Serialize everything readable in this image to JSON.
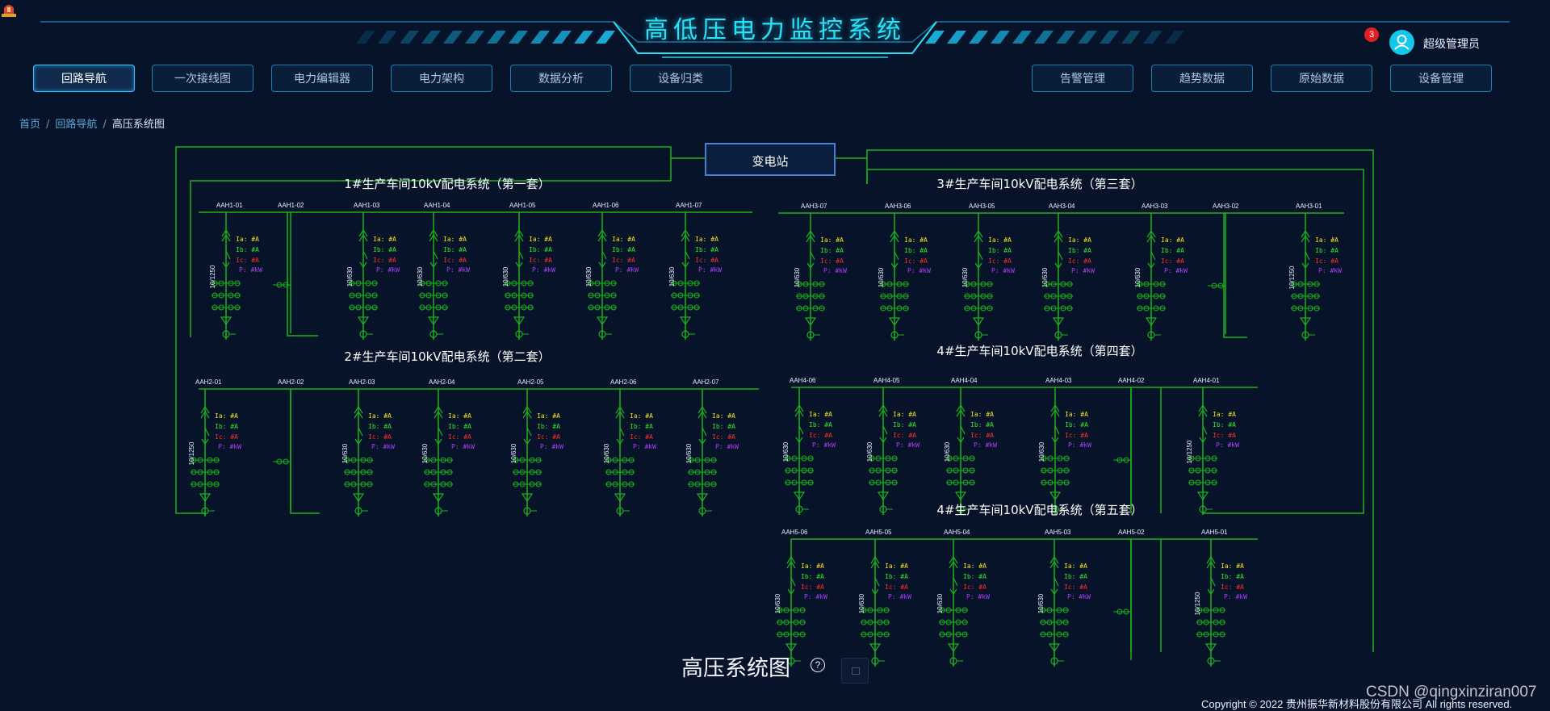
{
  "header": {
    "title": "高低压电力监控系统",
    "alarm_count": "3",
    "user_name": "超级管理员"
  },
  "nav_left": [
    {
      "label": "回路导航",
      "active": true
    },
    {
      "label": "一次接线图",
      "active": false
    },
    {
      "label": "电力编辑器",
      "active": false
    },
    {
      "label": "电力架构",
      "active": false
    },
    {
      "label": "数据分析",
      "active": false
    },
    {
      "label": "设备归类",
      "active": false
    }
  ],
  "nav_right": [
    {
      "label": "告警管理"
    },
    {
      "label": "趋势数据"
    },
    {
      "label": "原始数据"
    },
    {
      "label": "设备管理"
    }
  ],
  "breadcrumb": {
    "home": "首页",
    "parent": "回路导航",
    "current": "高压系统图"
  },
  "diagram": {
    "substation": "变电站",
    "measurements": {
      "ia": "Ia: #A",
      "ib": "Ib: #A",
      "ic": "Ic: #A",
      "p": "P: #kW"
    },
    "sections": [
      {
        "title": "1#生产车间10kV配电系统（第一套）",
        "feeders": [
          {
            "code": "AAH1-01",
            "type": "incomer",
            "rating": "10/1250"
          },
          {
            "code": "AAH1-02",
            "type": "pt"
          },
          {
            "code": "AAH1-03",
            "type": "feeder",
            "rating": "10/630"
          },
          {
            "code": "AAH1-04",
            "type": "feeder",
            "rating": "10/630"
          },
          {
            "code": "AAH1-05",
            "type": "feeder",
            "rating": "10/630"
          },
          {
            "code": "AAH1-06",
            "type": "feeder",
            "rating": "10/630"
          },
          {
            "code": "AAH1-07",
            "type": "feeder",
            "rating": "10/630"
          }
        ]
      },
      {
        "title": "2#生产车间10kV配电系统（第二套）",
        "feeders": [
          {
            "code": "AAH2-01",
            "type": "incomer",
            "rating": "10/1250"
          },
          {
            "code": "AAH2-02",
            "type": "pt"
          },
          {
            "code": "AAH2-03",
            "type": "feeder",
            "rating": "10/630"
          },
          {
            "code": "AAH2-04",
            "type": "feeder",
            "rating": "10/630"
          },
          {
            "code": "AAH2-05",
            "type": "feeder",
            "rating": "10/630"
          },
          {
            "code": "AAH2-06",
            "type": "feeder",
            "rating": "10/630"
          },
          {
            "code": "AAH2-07",
            "type": "feeder",
            "rating": "10/630"
          }
        ]
      },
      {
        "title": "3#生产车间10kV配电系统（第三套）",
        "feeders": [
          {
            "code": "AAH3-07",
            "type": "feeder",
            "rating": "10/630"
          },
          {
            "code": "AAH3-06",
            "type": "feeder",
            "rating": "10/630"
          },
          {
            "code": "AAH3-05",
            "type": "feeder",
            "rating": "10/630"
          },
          {
            "code": "AAH3-04",
            "type": "feeder",
            "rating": "10/630"
          },
          {
            "code": "AAH3-03",
            "type": "feeder",
            "rating": "10/630"
          },
          {
            "code": "AAH3-02",
            "type": "pt"
          },
          {
            "code": "AAH3-01",
            "type": "incomer",
            "rating": "10/1250"
          }
        ]
      },
      {
        "title": "4#生产车间10kV配电系统（第四套）",
        "feeders": [
          {
            "code": "AAH4-06",
            "type": "feeder",
            "rating": "10/630"
          },
          {
            "code": "AAH4-05",
            "type": "feeder",
            "rating": "10/630"
          },
          {
            "code": "AAH4-04",
            "type": "feeder",
            "rating": "10/630"
          },
          {
            "code": "AAH4-03",
            "type": "feeder",
            "rating": "10/630"
          },
          {
            "code": "AAH4-02",
            "type": "pt"
          },
          {
            "code": "AAH4-01",
            "type": "incomer",
            "rating": "10/1250"
          }
        ]
      },
      {
        "title": "4#生产车间10kV配电系统（第五套）",
        "feeders": [
          {
            "code": "AAH5-06",
            "type": "feeder",
            "rating": "10/630"
          },
          {
            "code": "AAH5-05",
            "type": "feeder",
            "rating": "10/630"
          },
          {
            "code": "AAH5-04",
            "type": "feeder",
            "rating": "10/630"
          },
          {
            "code": "AAH5-03",
            "type": "feeder",
            "rating": "10/630"
          },
          {
            "code": "AAH5-02",
            "type": "pt"
          },
          {
            "code": "AAH5-01",
            "type": "incomer",
            "rating": "10/1250"
          }
        ]
      }
    ]
  },
  "footer": {
    "page_title": "高压系统图",
    "copyright": "Copyright © 2022 贵州振华新材料股份有限公司 All rights reserved.",
    "watermark": "CSDN @qingxinziran007"
  },
  "colors": {
    "background": "#061329",
    "line": "#1bb21b",
    "accent": "#28e3f8",
    "ia": "#f5e31b",
    "ib": "#2bea2b",
    "ic": "#ff2d2d",
    "p": "#b43cff"
  },
  "icons": {
    "alarm": "alarm-light-icon",
    "user": "user-avatar-icon",
    "help": "help-circle-icon",
    "fullscreen": "fullscreen-icon"
  }
}
